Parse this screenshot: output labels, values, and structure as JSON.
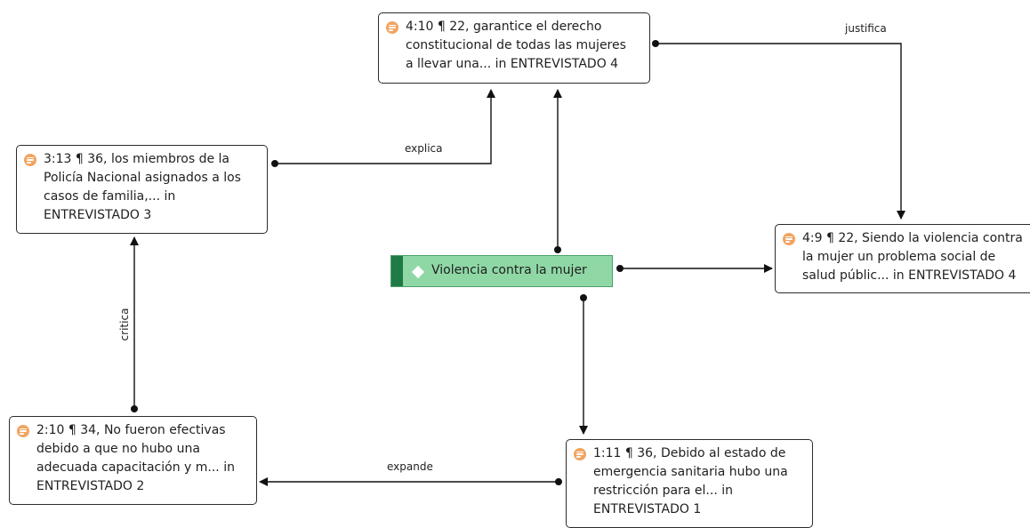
{
  "code_node": {
    "label": "Violencia contra la mujer",
    "colors": {
      "fill": "#8fd8a6",
      "band": "#1f7a45",
      "border": "#4a9e6a"
    },
    "icon": "diamond-icon"
  },
  "quotations": {
    "q4_10": {
      "lines": [
        "4:10 ¶ 22, garantice el derecho",
        "constitucional de todas las mujeres",
        "a llevar una... in ENTREVISTADO 4"
      ],
      "icon": "quotation-icon"
    },
    "q3_13": {
      "lines": [
        "3:13 ¶ 36, los miembros de la",
        "Policía Nacional asignados a los",
        "casos de familia,... in",
        "ENTREVISTADO 3"
      ],
      "icon": "quotation-icon"
    },
    "q4_9": {
      "lines": [
        "4:9 ¶ 22, Siendo la violencia contra",
        "la mujer un problema social de",
        "salud públic... in ENTREVISTADO 4"
      ],
      "icon": "quotation-icon"
    },
    "q2_10": {
      "lines": [
        "2:10 ¶ 34, No fueron efectivas",
        "debido a que no hubo una",
        "adecuada capacitación y m... in",
        "ENTREVISTADO 2"
      ],
      "icon": "quotation-icon"
    },
    "q1_11": {
      "lines": [
        "1:11 ¶ 36, Debido al estado de",
        "emergencia sanitaria hubo una",
        "restricción para el... in",
        "ENTREVISTADO 1"
      ],
      "icon": "quotation-icon"
    }
  },
  "relations": {
    "justifica": "justifica",
    "explica": "explica",
    "critica": "critica",
    "expande": "expande"
  },
  "colors": {
    "quote_icon": "#f2a461",
    "line": "#111111"
  }
}
